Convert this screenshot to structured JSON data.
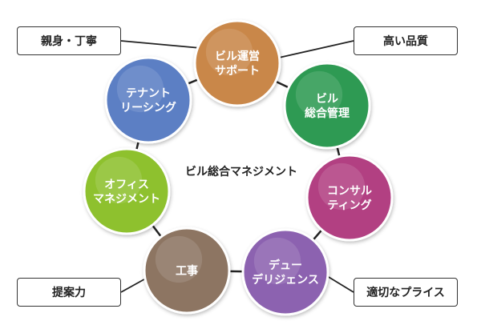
{
  "center_label": "ビル総合マネジメント",
  "corner_labels": {
    "top_left": "親身・丁寧",
    "top_right": "高い品質",
    "bottom_left": "提案力",
    "bottom_right": "適切なプライス"
  },
  "nodes": [
    {
      "id": "building-operation-support",
      "lines": [
        "ビル運営",
        "サポート"
      ],
      "color": "#c9874a"
    },
    {
      "id": "building-general-management",
      "lines": [
        "ビル",
        "総合管理"
      ],
      "color": "#2f9a52"
    },
    {
      "id": "consulting",
      "lines": [
        "コンサル",
        "ティング"
      ],
      "color": "#b23f82"
    },
    {
      "id": "due-diligence",
      "lines": [
        "デュー",
        "デリジェンス"
      ],
      "color": "#8c62b0"
    },
    {
      "id": "construction",
      "lines": [
        "工事"
      ],
      "color": "#8d7562"
    },
    {
      "id": "office-management",
      "lines": [
        "オフィス",
        "マネジメント"
      ],
      "color": "#8ec12d"
    },
    {
      "id": "tenant-leasing",
      "lines": [
        "テナント",
        "リーシング"
      ],
      "color": "#5c7fc4"
    }
  ]
}
